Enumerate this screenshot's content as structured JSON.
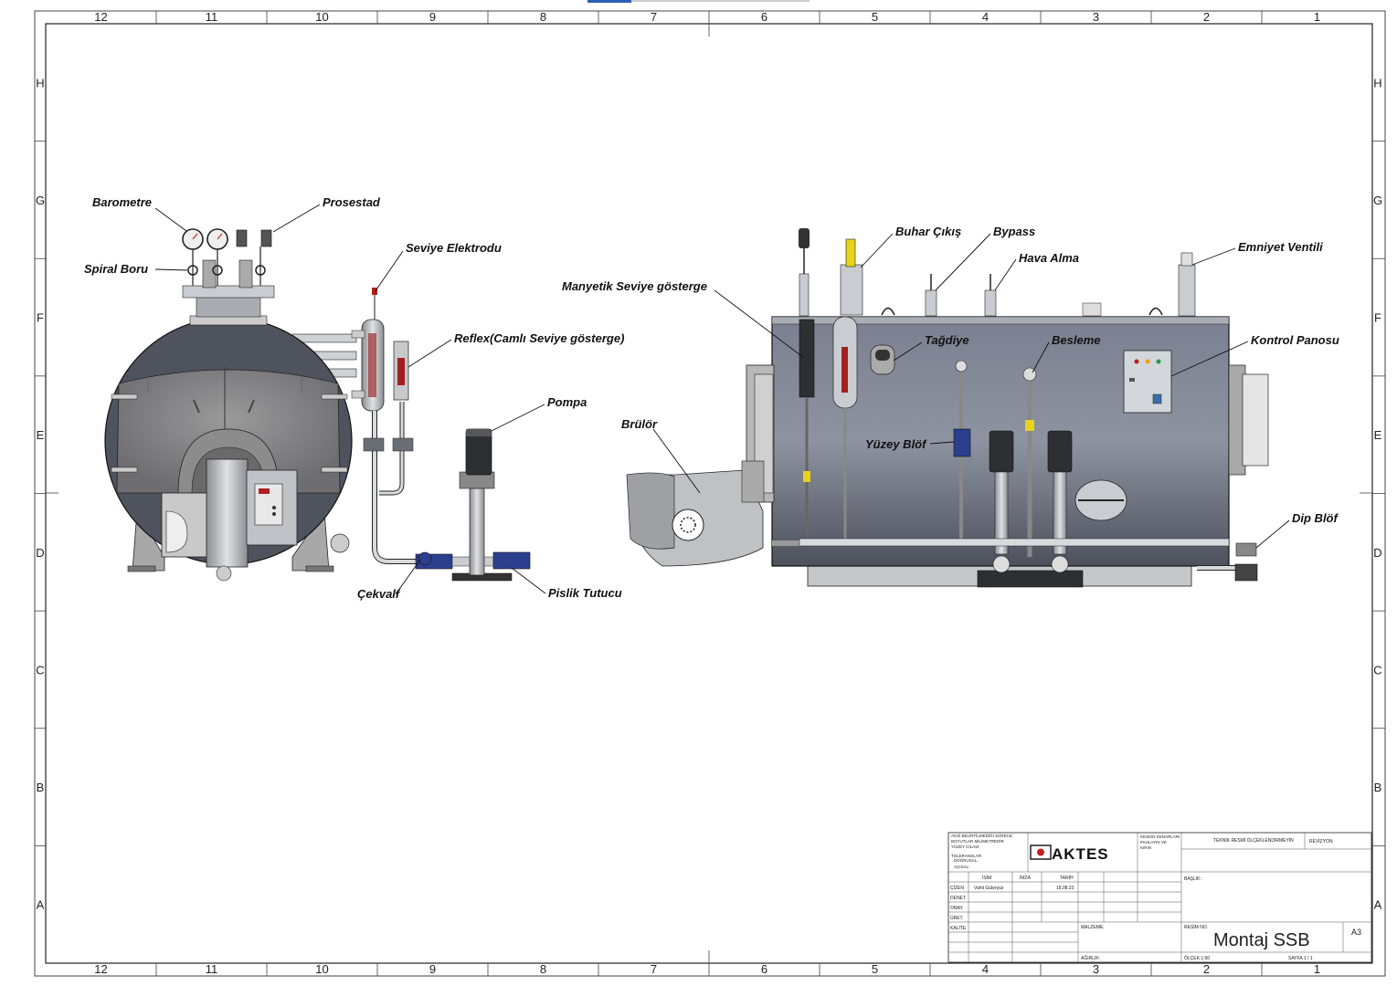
{
  "zones": {
    "columns": [
      "12",
      "11",
      "10",
      "9",
      "8",
      "7",
      "6",
      "5",
      "4",
      "3",
      "2",
      "1"
    ],
    "rows": [
      "H",
      "G",
      "F",
      "E",
      "D",
      "C",
      "B",
      "A"
    ]
  },
  "callouts": {
    "barometre": "Barometre",
    "prosestad": "Prosestad",
    "spiral_boru": "Spiral Boru",
    "seviye_elektrodu": "Seviye Elektrodu",
    "reflex": "Reflex(Camlı Seviye gösterge)",
    "pompa": "Pompa",
    "cekvalf": "Çekvalf",
    "pislik_tutucu": "Pislik Tutucu",
    "manyetik": "Manyetik Seviye gösterge",
    "brulor": "Brülör",
    "buhar_cikis": "Buhar Çıkış",
    "bypass": "Bypass",
    "hava_alma": "Hava Alma",
    "emniyet_ventili": "Emniyet Ventili",
    "tagdiye": "Tağdiye",
    "besleme": "Besleme",
    "kontrol_panosu": "Kontrol Panosu",
    "yuzey_blof": "Yüzey Blöf",
    "dip_blof": "Dip Blöf"
  },
  "title_block": {
    "general_notes": [
      "AKSİ BELİRTİLMEDİĞİ SÜRECE:",
      "BOYUTLAR MİLİMETREDİR",
      "YÜZEY CİLASI:",
      "TOLERANSLAR:",
      "DOĞRUSAL:",
      "AÇISAL:"
    ],
    "edge_note": [
      "KESKİN KENARLARI",
      "PAHLAYIN VE",
      "KIRIN"
    ],
    "scale_note": "TEKNİK RESMİ ÖLÇEKLENDİRMEYİN",
    "revizyon": "REVİZYON",
    "logo": "AKTES",
    "col_isim": "İSİM",
    "col_imza": "İMZA",
    "col_tarih": "TARİH",
    "rows": [
      "ÇİZEN",
      "DENET.",
      "ONAY.",
      "ÜRET.",
      "KALİTE"
    ],
    "cizen_name": "Vahit Güleryüz",
    "cizen_date": "18.08.23",
    "baslik": "BAŞLIK:",
    "malzeme": "MALZEME:",
    "resim_no": "RESİM NO.",
    "drawing_title": "Montaj SSB",
    "size": "A3",
    "agirlik": "AĞIRLIK:",
    "olcek": "ÖLÇEK:1:50",
    "sayfa": "SAYFA 1 / 1"
  },
  "colors": {
    "shell": "#5d6270",
    "shell_light": "#9aa0ad",
    "steel": "#b9bcc1",
    "valve_blue": "#2c3f8f",
    "yellow": "#e8d21a",
    "red": "#b02020"
  }
}
